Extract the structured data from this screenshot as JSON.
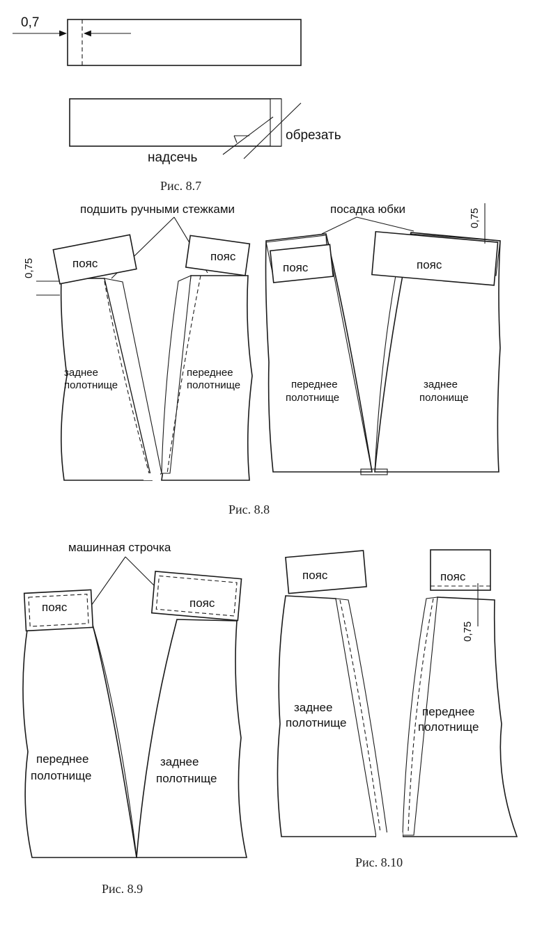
{
  "fig87": {
    "dim": "0,7",
    "cut_label": "обрезать",
    "notch_label": "надсечь",
    "caption": "Рис. 8.7"
  },
  "fig88": {
    "top_left_label": "подшить ручными стежками",
    "top_right_label": "посадка юбки",
    "dim_left": "0,75",
    "dim_right": "0,75",
    "belt_1": "пояс",
    "belt_2": "пояс",
    "belt_3": "пояс",
    "belt_4": "пояс",
    "panel_1": [
      "заднее",
      "полотнище"
    ],
    "panel_2": [
      "переднее",
      "полотнище"
    ],
    "panel_3": [
      "переднее",
      "полотнище"
    ],
    "panel_4": [
      "заднее",
      "полонище"
    ],
    "caption": "Рис. 8.8"
  },
  "fig89": {
    "top_label": "машинная строчка",
    "belt_1": "пояс",
    "belt_2": "пояс",
    "panel_1": [
      "переднее",
      "полотнище"
    ],
    "panel_2": [
      "заднее",
      "полотнище"
    ],
    "caption": "Рис. 8.9"
  },
  "fig810": {
    "belt_1": "пояс",
    "belt_2": "пояс",
    "dim": "0,75",
    "panel_1": [
      "заднее",
      "полотнище"
    ],
    "panel_2": [
      "переднее",
      "полотнище"
    ],
    "caption": "Рис. 8.10"
  }
}
